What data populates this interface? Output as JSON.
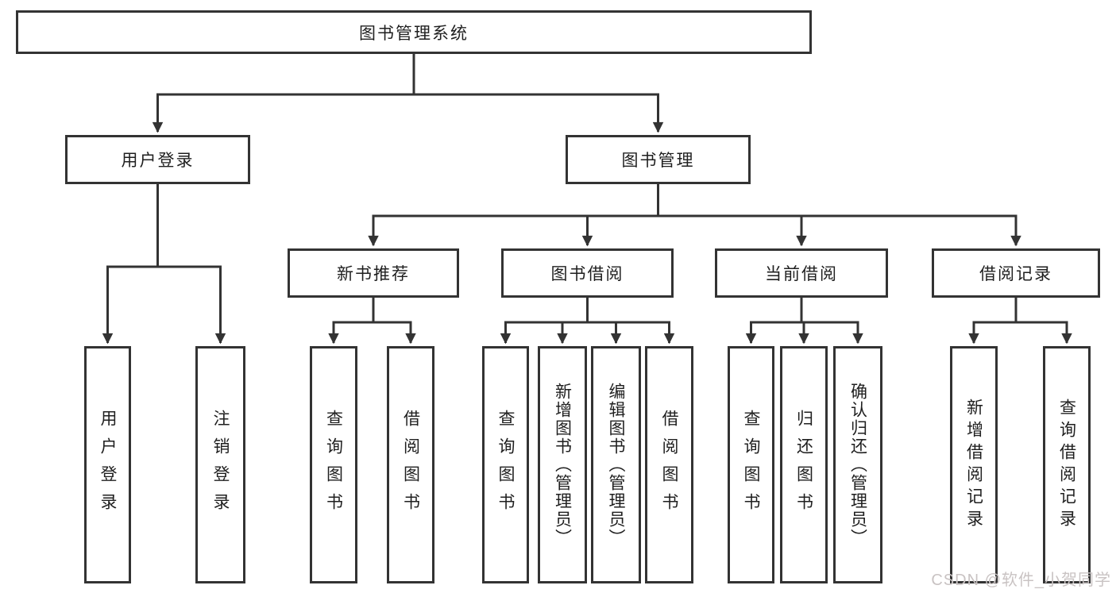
{
  "diagram_title": "图书管理系统",
  "nodes": {
    "root": "图书管理系统",
    "user_login": "用户登录",
    "book_management": "图书管理",
    "new_book_recommend": "新书推荐",
    "book_borrowing": "图书借阅",
    "current_borrowing": "当前借阅",
    "borrowing_records": "借阅记录"
  },
  "leaves": {
    "user_login": "用户登录",
    "logout": "注销登录",
    "recommend_query_books": "查询图书",
    "recommend_borrow_books": "借阅图书",
    "borrowing_query_books": "查询图书",
    "borrowing_add_books_admin": "新增图书（管理员）",
    "borrowing_edit_books_admin": "编辑图书（管理员）",
    "borrowing_borrow_books": "借阅图书",
    "current_query_books": "查询图书",
    "current_return_books": "归还图书",
    "current_confirm_return_admin": "确认归还（管理员）",
    "records_add_record": "新增借阅记录",
    "records_query_record": "查询借阅记录"
  },
  "watermark": {
    "text": "CSDN @软件_小贺同学"
  },
  "colors": {
    "line": "#333333",
    "box_border": "#333333",
    "text": "#1f1f1f",
    "watermark": "#c9c3c3",
    "background": "#ffffff"
  }
}
